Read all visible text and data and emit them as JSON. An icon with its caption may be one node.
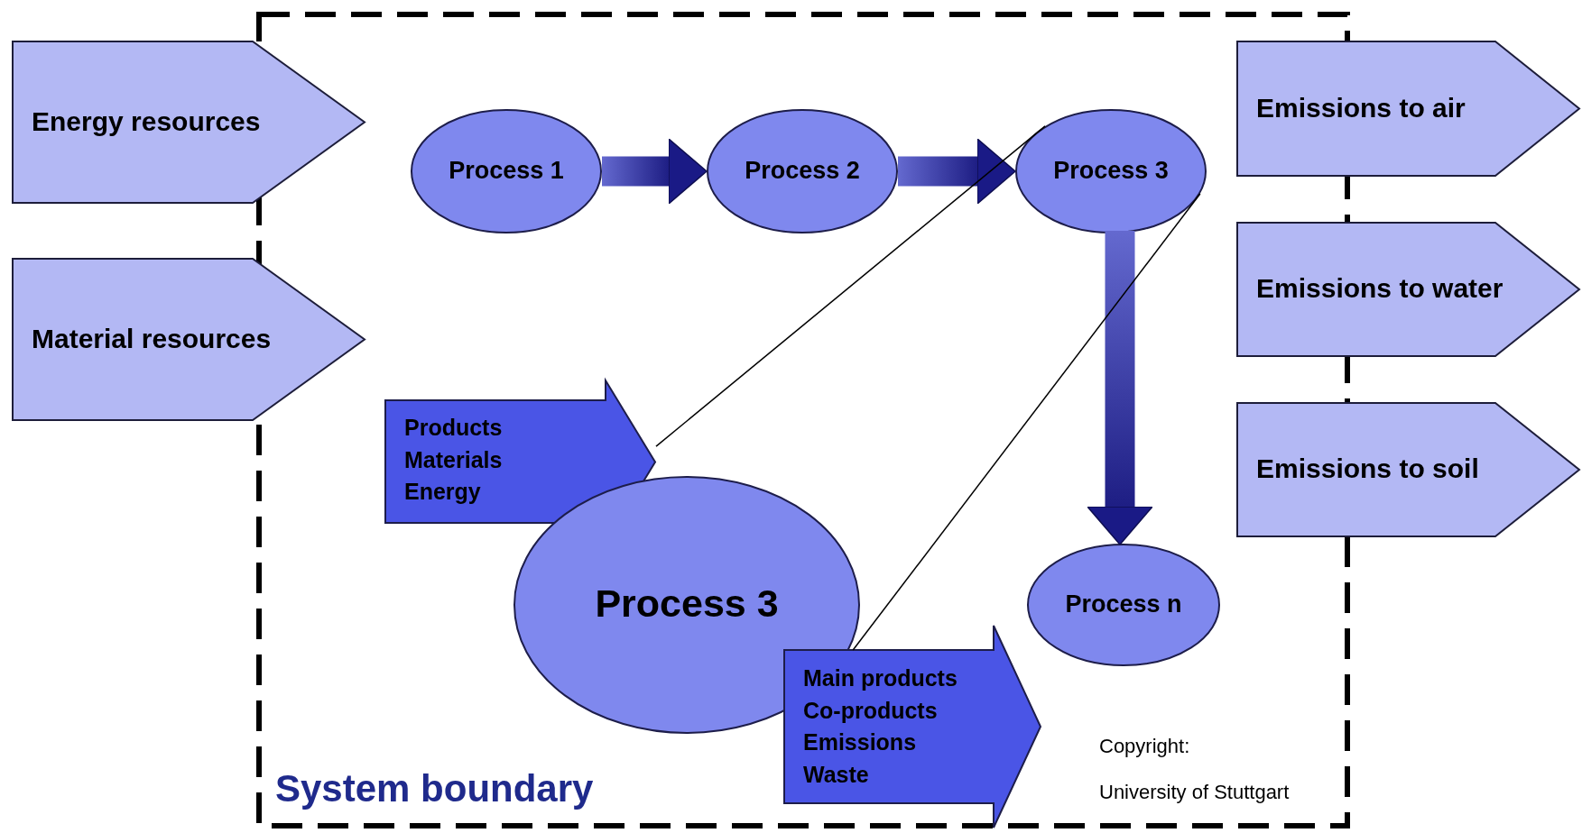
{
  "diagram": {
    "nodes": [
      {
        "text": [
          "System boundary"
        ]
      },
      {
        "text": [
          "Energy resources"
        ]
      },
      {
        "text": [
          "Material resources"
        ]
      },
      {
        "text": [
          "Process 1"
        ],
        "in": 0
      },
      {
        "text": [
          "Process 2"
        ],
        "in": 0
      },
      {
        "text": [
          "Process 3"
        ],
        "in": 0
      },
      {
        "text": [
          "Products",
          "Materials",
          "Energy"
        ],
        "in": 0
      },
      {
        "text": [
          "Process 3"
        ],
        "in": 0
      },
      {
        "text": [
          "Main products",
          "Co-products",
          "Emissions",
          "Waste"
        ],
        "in": 0
      },
      {
        "text": [
          "Process n"
        ],
        "in": 0
      },
      {
        "text": [
          "Emissions to air"
        ]
      },
      {
        "text": [
          "Emissions to water"
        ]
      },
      {
        "text": [
          "Emissions to soil"
        ]
      }
    ],
    "edges": [
      {
        "from": 3,
        "to": 4,
        "arrow": "to",
        "style": "thick"
      },
      {
        "from": 4,
        "to": 5,
        "arrow": "to",
        "style": "thick"
      },
      {
        "from": 5,
        "to": 9,
        "arrow": "to",
        "style": "thick"
      },
      {
        "from": 6,
        "to": 5,
        "arrow": "none"
      },
      {
        "from": 8,
        "to": 5,
        "arrow": "none"
      }
    ],
    "labels": [
      "Copyright:",
      "University of Stuttgart"
    ]
  }
}
